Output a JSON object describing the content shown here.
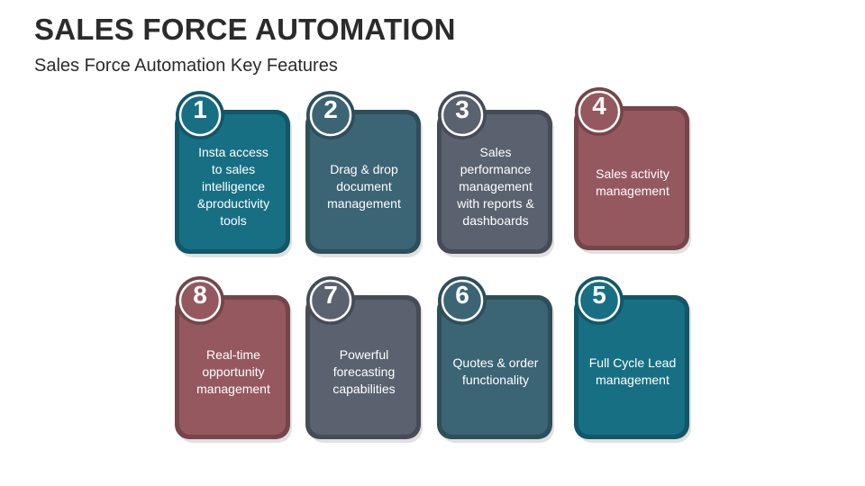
{
  "header": {
    "title": "SALES FORCE AUTOMATION",
    "subtitle": "Sales Force Automation Key Features"
  },
  "colors": {
    "teal": "#176f84",
    "slate_blue": "#3b6474",
    "gray": "#5a6270",
    "mauve": "#95585f"
  },
  "cards": [
    {
      "number": "1",
      "text": "Insta access\nto sales\nintelligence\n&productivity\ntools",
      "color": "#176f84"
    },
    {
      "number": "2",
      "text": "Drag & drop\ndocument\nmanagement",
      "color": "#3b6474"
    },
    {
      "number": "3",
      "text": "Sales\nperformance\nmanagement\nwith reports  &\ndashboards",
      "color": "#5a6270"
    },
    {
      "number": "4",
      "text": "Sales activity\nmanagement",
      "color": "#95585f"
    },
    {
      "number": "8",
      "text": "Real-time\nopportunity\nmanagement",
      "color": "#95585f"
    },
    {
      "number": "7",
      "text": "Powerful\nforecasting\ncapabilities",
      "color": "#5a6270"
    },
    {
      "number": "6",
      "text": "Quotes & order\nfunctionality",
      "color": "#3b6474"
    },
    {
      "number": "5",
      "text": "Full Cycle Lead\nmanagement",
      "color": "#176f84"
    }
  ]
}
